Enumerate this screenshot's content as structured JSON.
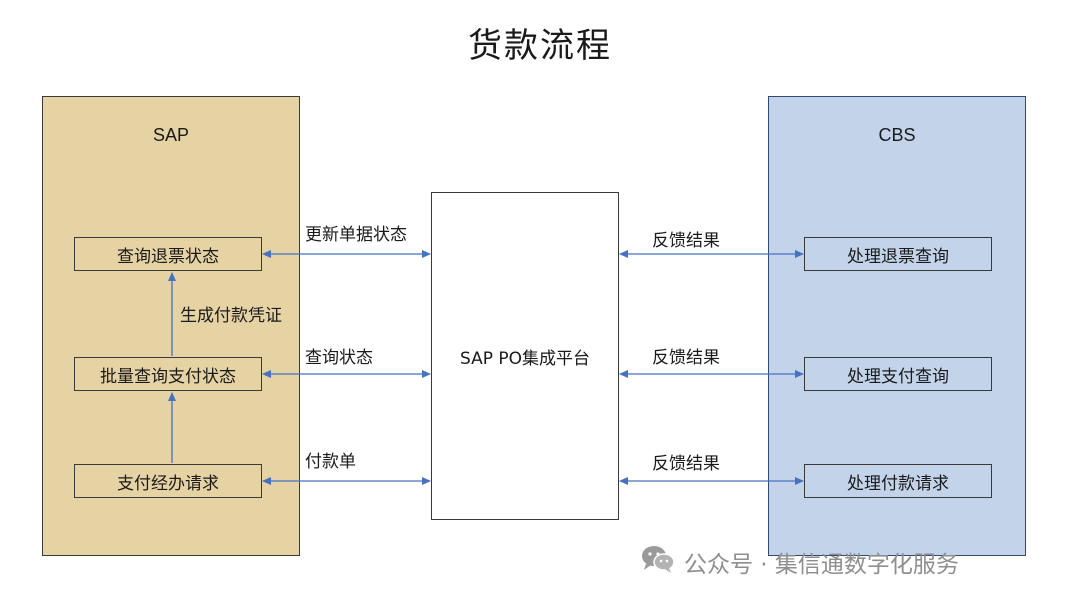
{
  "title": "货款流程",
  "sap": {
    "title": "SAP",
    "boxes": [
      "查询退票状态",
      "批量查询支付状态",
      "支付经办请求"
    ],
    "vertical_label": "生成付款凭证"
  },
  "cbs": {
    "title": "CBS",
    "boxes": [
      "处理退票查询",
      "处理支付查询",
      "处理付款请求"
    ]
  },
  "center": {
    "label": "SAP PO集成平台"
  },
  "left_links": [
    "更新单据状态",
    "查询状态",
    "付款单"
  ],
  "right_links": [
    "反馈结果",
    "反馈结果",
    "反馈结果"
  ],
  "watermark": "公众号 · 集信通数字化服务",
  "colors": {
    "sap_fill": "#e6d3a3",
    "cbs_fill": "#c3d3ea",
    "arrow": "#4472c4"
  }
}
